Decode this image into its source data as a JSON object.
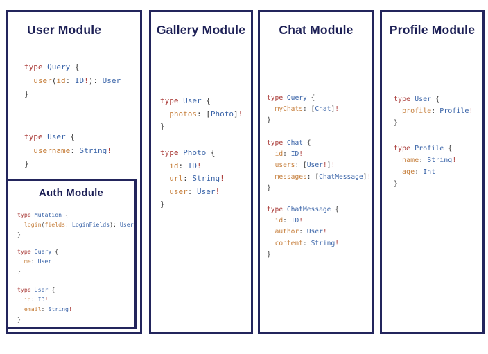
{
  "colors": {
    "border_navy": "#23255c",
    "title_navy": "#1d2056",
    "keyword_red": "#ab3e3b",
    "type_blue": "#3a64a8",
    "field_orange": "#c67f3c",
    "punctuation_gray": "#3d3d3d",
    "bang_red": "#ab3e3b",
    "background": "#ffffff"
  },
  "modules": [
    {
      "id": "user",
      "title": "User Module",
      "blocks": [
        {
          "lines": [
            [
              [
                "kw",
                "type "
              ],
              [
                "ty",
                "Query "
              ],
              [
                "pu",
                "{"
              ]
            ],
            [
              [
                "pu",
                "  "
              ],
              [
                "fd",
                "user"
              ],
              [
                "pu",
                "("
              ],
              [
                "fd",
                "id"
              ],
              [
                "pu",
                ": "
              ],
              [
                "ty",
                "ID"
              ],
              [
                "bg",
                "!"
              ],
              [
                "pu",
                "): "
              ],
              [
                "ty",
                "User"
              ]
            ],
            [
              [
                "pu",
                "}"
              ]
            ]
          ]
        },
        {
          "lines": [
            [
              [
                "kw",
                "type "
              ],
              [
                "ty",
                "User "
              ],
              [
                "pu",
                "{"
              ]
            ],
            [
              [
                "pu",
                "  "
              ],
              [
                "fd",
                "username"
              ],
              [
                "pu",
                ": "
              ],
              [
                "ty",
                "String"
              ],
              [
                "bg",
                "!"
              ]
            ],
            [
              [
                "pu",
                "}"
              ]
            ]
          ]
        }
      ]
    },
    {
      "id": "auth",
      "title": "Auth Module",
      "blocks": [
        {
          "lines": [
            [
              [
                "kw",
                "type "
              ],
              [
                "ty",
                "Mutation "
              ],
              [
                "pu",
                "{"
              ]
            ],
            [
              [
                "pu",
                "  "
              ],
              [
                "fd",
                "login"
              ],
              [
                "pu",
                "("
              ],
              [
                "fd",
                "fields"
              ],
              [
                "pu",
                ": "
              ],
              [
                "ty",
                "LoginFields"
              ],
              [
                "pu",
                "): "
              ],
              [
                "ty",
                "User"
              ]
            ],
            [
              [
                "pu",
                "}"
              ]
            ]
          ]
        },
        {
          "lines": [
            [
              [
                "kw",
                "type "
              ],
              [
                "ty",
                "Query "
              ],
              [
                "pu",
                "{"
              ]
            ],
            [
              [
                "pu",
                "  "
              ],
              [
                "fd",
                "me"
              ],
              [
                "pu",
                ": "
              ],
              [
                "ty",
                "User"
              ]
            ],
            [
              [
                "pu",
                "}"
              ]
            ]
          ]
        },
        {
          "lines": [
            [
              [
                "kw",
                "type "
              ],
              [
                "ty",
                "User "
              ],
              [
                "pu",
                "{"
              ]
            ],
            [
              [
                "pu",
                "  "
              ],
              [
                "fd",
                "id"
              ],
              [
                "pu",
                ": "
              ],
              [
                "ty",
                "ID"
              ],
              [
                "bg",
                "!"
              ]
            ],
            [
              [
                "pu",
                "  "
              ],
              [
                "fd",
                "email"
              ],
              [
                "pu",
                ": "
              ],
              [
                "ty",
                "String"
              ],
              [
                "bg",
                "!"
              ]
            ],
            [
              [
                "pu",
                "}"
              ]
            ]
          ]
        }
      ]
    },
    {
      "id": "gallery",
      "title": "Gallery Module",
      "blocks": [
        {
          "lines": [
            [
              [
                "kw",
                "type "
              ],
              [
                "ty",
                "User "
              ],
              [
                "pu",
                "{"
              ]
            ],
            [
              [
                "pu",
                "  "
              ],
              [
                "fd",
                "photos"
              ],
              [
                "pu",
                ": ["
              ],
              [
                "ty",
                "Photo"
              ],
              [
                "pu",
                "]"
              ],
              [
                "bg",
                "!"
              ]
            ],
            [
              [
                "pu",
                "}"
              ]
            ]
          ]
        },
        {
          "lines": [
            [
              [
                "kw",
                "type "
              ],
              [
                "ty",
                "Photo "
              ],
              [
                "pu",
                "{"
              ]
            ],
            [
              [
                "pu",
                "  "
              ],
              [
                "fd",
                "id"
              ],
              [
                "pu",
                ": "
              ],
              [
                "ty",
                "ID"
              ],
              [
                "bg",
                "!"
              ]
            ],
            [
              [
                "pu",
                "  "
              ],
              [
                "fd",
                "url"
              ],
              [
                "pu",
                ": "
              ],
              [
                "ty",
                "String"
              ],
              [
                "bg",
                "!"
              ]
            ],
            [
              [
                "pu",
                "  "
              ],
              [
                "fd",
                "user"
              ],
              [
                "pu",
                ": "
              ],
              [
                "ty",
                "User"
              ],
              [
                "bg",
                "!"
              ]
            ],
            [
              [
                "pu",
                "}"
              ]
            ]
          ]
        }
      ]
    },
    {
      "id": "chat",
      "title": "Chat Module",
      "blocks": [
        {
          "lines": [
            [
              [
                "kw",
                "type "
              ],
              [
                "ty",
                "Query "
              ],
              [
                "pu",
                "{"
              ]
            ],
            [
              [
                "pu",
                "  "
              ],
              [
                "fd",
                "myChats"
              ],
              [
                "pu",
                ": ["
              ],
              [
                "ty",
                "Chat"
              ],
              [
                "pu",
                "]"
              ],
              [
                "bg",
                "!"
              ]
            ],
            [
              [
                "pu",
                "}"
              ]
            ]
          ]
        },
        {
          "lines": [
            [
              [
                "kw",
                "type "
              ],
              [
                "ty",
                "Chat "
              ],
              [
                "pu",
                "{"
              ]
            ],
            [
              [
                "pu",
                "  "
              ],
              [
                "fd",
                "id"
              ],
              [
                "pu",
                ": "
              ],
              [
                "ty",
                "ID"
              ],
              [
                "bg",
                "!"
              ]
            ],
            [
              [
                "pu",
                "  "
              ],
              [
                "fd",
                "users"
              ],
              [
                "pu",
                ": ["
              ],
              [
                "ty",
                "User"
              ],
              [
                "bg",
                "!"
              ],
              [
                "pu",
                "]"
              ],
              [
                "bg",
                "!"
              ]
            ],
            [
              [
                "pu",
                "  "
              ],
              [
                "fd",
                "messages"
              ],
              [
                "pu",
                ": ["
              ],
              [
                "ty",
                "ChatMessage"
              ],
              [
                "pu",
                "]"
              ],
              [
                "bg",
                "!"
              ]
            ],
            [
              [
                "pu",
                "}"
              ]
            ]
          ]
        },
        {
          "lines": [
            [
              [
                "kw",
                "type "
              ],
              [
                "ty",
                "ChatMessage "
              ],
              [
                "pu",
                "{"
              ]
            ],
            [
              [
                "pu",
                "  "
              ],
              [
                "fd",
                "id"
              ],
              [
                "pu",
                ": "
              ],
              [
                "ty",
                "ID"
              ],
              [
                "bg",
                "!"
              ]
            ],
            [
              [
                "pu",
                "  "
              ],
              [
                "fd",
                "author"
              ],
              [
                "pu",
                ": "
              ],
              [
                "ty",
                "User"
              ],
              [
                "bg",
                "!"
              ]
            ],
            [
              [
                "pu",
                "  "
              ],
              [
                "fd",
                "content"
              ],
              [
                "pu",
                ": "
              ],
              [
                "ty",
                "String"
              ],
              [
                "bg",
                "!"
              ]
            ],
            [
              [
                "pu",
                "}"
              ]
            ]
          ]
        }
      ]
    },
    {
      "id": "profile",
      "title": "Profile Module",
      "blocks": [
        {
          "lines": [
            [
              [
                "kw",
                "type "
              ],
              [
                "ty",
                "User "
              ],
              [
                "pu",
                "{"
              ]
            ],
            [
              [
                "pu",
                "  "
              ],
              [
                "fd",
                "profile"
              ],
              [
                "pu",
                ": "
              ],
              [
                "ty",
                "Profile"
              ],
              [
                "bg",
                "!"
              ]
            ],
            [
              [
                "pu",
                "}"
              ]
            ]
          ]
        },
        {
          "lines": [
            [
              [
                "kw",
                "type "
              ],
              [
                "ty",
                "Profile "
              ],
              [
                "pu",
                "{"
              ]
            ],
            [
              [
                "pu",
                "  "
              ],
              [
                "fd",
                "name"
              ],
              [
                "pu",
                ": "
              ],
              [
                "ty",
                "String"
              ],
              [
                "bg",
                "!"
              ]
            ],
            [
              [
                "pu",
                "  "
              ],
              [
                "fd",
                "age"
              ],
              [
                "pu",
                ": "
              ],
              [
                "ty",
                "Int"
              ]
            ],
            [
              [
                "pu",
                "}"
              ]
            ]
          ]
        }
      ]
    }
  ]
}
